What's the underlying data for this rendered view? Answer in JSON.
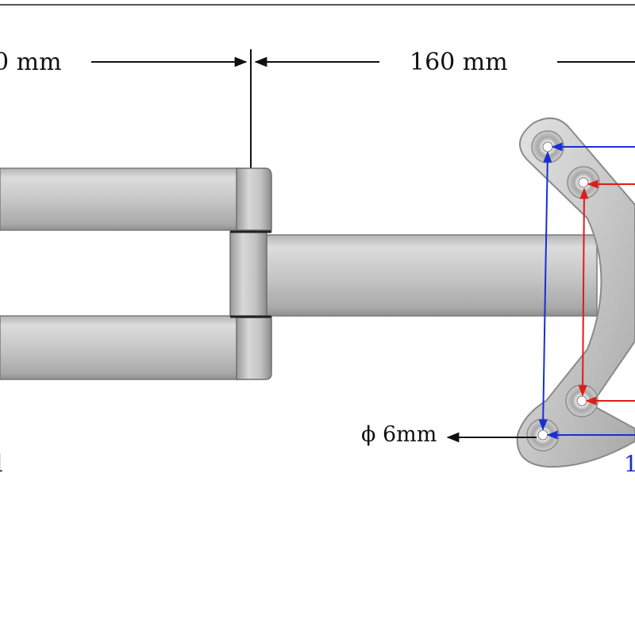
{
  "dimensions": {
    "left_arm_label": "0 mm",
    "right_arm_label": "160 mm",
    "hole_diameter_label": "ϕ 6mm",
    "blue_partial_label": "1",
    "left_partial_glyph": "l"
  },
  "colors": {
    "outer_pattern": "#1a2fd1",
    "inner_pattern": "#e01b1b",
    "dimension_line": "#111111",
    "metal": "#c9c9c9"
  },
  "icons": {
    "diameter": "diameter-symbol"
  }
}
